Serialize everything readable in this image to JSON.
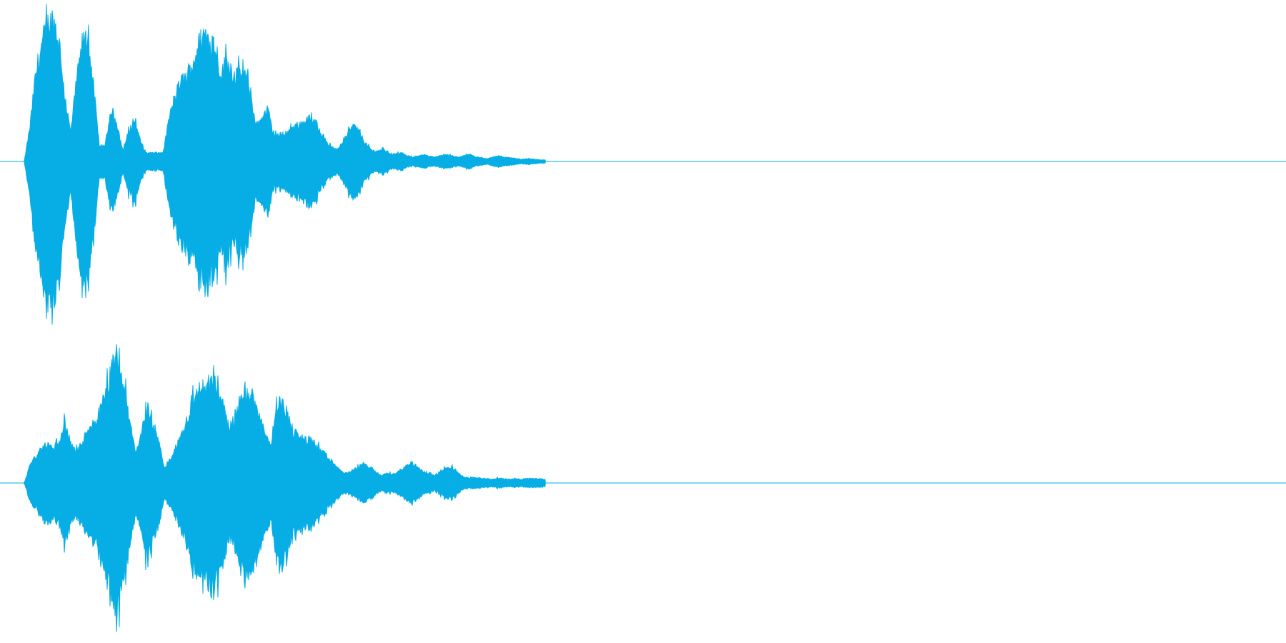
{
  "waveform": {
    "color": "#06aee5",
    "background": "#ffffff",
    "duration_fraction": 0.413,
    "channels": [
      {
        "envelope": [
          0.0,
          0.25,
          0.62,
          0.82,
          0.95,
          1.0,
          0.85,
          0.45,
          0.2,
          0.55,
          0.82,
          0.88,
          0.5,
          0.1,
          0.12,
          0.38,
          0.25,
          0.08,
          0.2,
          0.3,
          0.15,
          0.06,
          0.06,
          0.06,
          0.06,
          0.3,
          0.45,
          0.55,
          0.6,
          0.68,
          0.8,
          0.9,
          0.86,
          0.82,
          0.6,
          0.72,
          0.62,
          0.6,
          0.62,
          0.5,
          0.25,
          0.3,
          0.36,
          0.2,
          0.18,
          0.2,
          0.22,
          0.25,
          0.27,
          0.3,
          0.28,
          0.23,
          0.15,
          0.1,
          0.08,
          0.14,
          0.22,
          0.25,
          0.2,
          0.12,
          0.08,
          0.07,
          0.09,
          0.06,
          0.05,
          0.06,
          0.04,
          0.03,
          0.04,
          0.045,
          0.035,
          0.03,
          0.045,
          0.05,
          0.035,
          0.03,
          0.04,
          0.05,
          0.03,
          0.025,
          0.02,
          0.03,
          0.04,
          0.03,
          0.025,
          0.02,
          0.015,
          0.02,
          0.015,
          0.012,
          0.01
        ]
      },
      {
        "envelope": [
          0.0,
          0.15,
          0.22,
          0.28,
          0.32,
          0.28,
          0.35,
          0.5,
          0.3,
          0.26,
          0.33,
          0.42,
          0.5,
          0.6,
          0.75,
          0.95,
          1.0,
          0.8,
          0.5,
          0.25,
          0.42,
          0.6,
          0.45,
          0.32,
          0.12,
          0.2,
          0.3,
          0.42,
          0.55,
          0.7,
          0.8,
          0.75,
          0.85,
          0.78,
          0.62,
          0.45,
          0.55,
          0.68,
          0.75,
          0.72,
          0.6,
          0.45,
          0.3,
          0.58,
          0.72,
          0.55,
          0.42,
          0.38,
          0.35,
          0.36,
          0.3,
          0.25,
          0.2,
          0.15,
          0.1,
          0.08,
          0.1,
          0.13,
          0.16,
          0.13,
          0.09,
          0.06,
          0.08,
          0.07,
          0.1,
          0.13,
          0.17,
          0.14,
          0.1,
          0.08,
          0.06,
          0.09,
          0.12,
          0.13,
          0.09,
          0.05,
          0.04,
          0.045,
          0.04,
          0.035,
          0.03,
          0.04,
          0.035,
          0.03,
          0.035,
          0.03,
          0.04,
          0.035,
          0.035,
          0.03
        ]
      }
    ]
  }
}
